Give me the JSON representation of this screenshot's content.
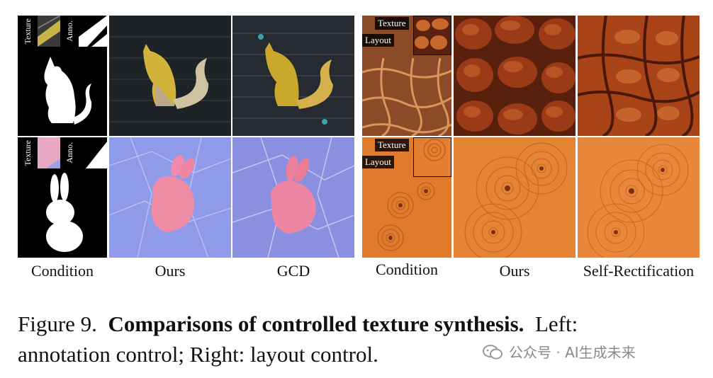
{
  "left_panel": {
    "row1_tags": {
      "texture": "Texture",
      "anno": "Anno."
    },
    "row2_tags": {
      "texture": "Texture",
      "anno": "Anno."
    },
    "col_labels": [
      "Condition",
      "Ours",
      "GCD"
    ]
  },
  "right_panel": {
    "row1_tags": {
      "texture": "Texture",
      "layout": "Layout"
    },
    "row2_tags": {
      "texture": "Texture",
      "layout": "Layout"
    },
    "col_labels": [
      "Condition",
      "Ours",
      "Self-Rectification"
    ]
  },
  "caption": {
    "prefix": "Figure 9.",
    "bold": "Comparisons of controlled texture synthesis.",
    "rest_line1": "Left:",
    "rest_line2": "annotation control; Right: layout control."
  },
  "watermark": {
    "text": "公众号 · AI生成未来"
  },
  "colors": {
    "brick": "#1e2328",
    "paper": "#8f9ae8",
    "bread": "#8a3414",
    "wood": "#e07a2c"
  }
}
